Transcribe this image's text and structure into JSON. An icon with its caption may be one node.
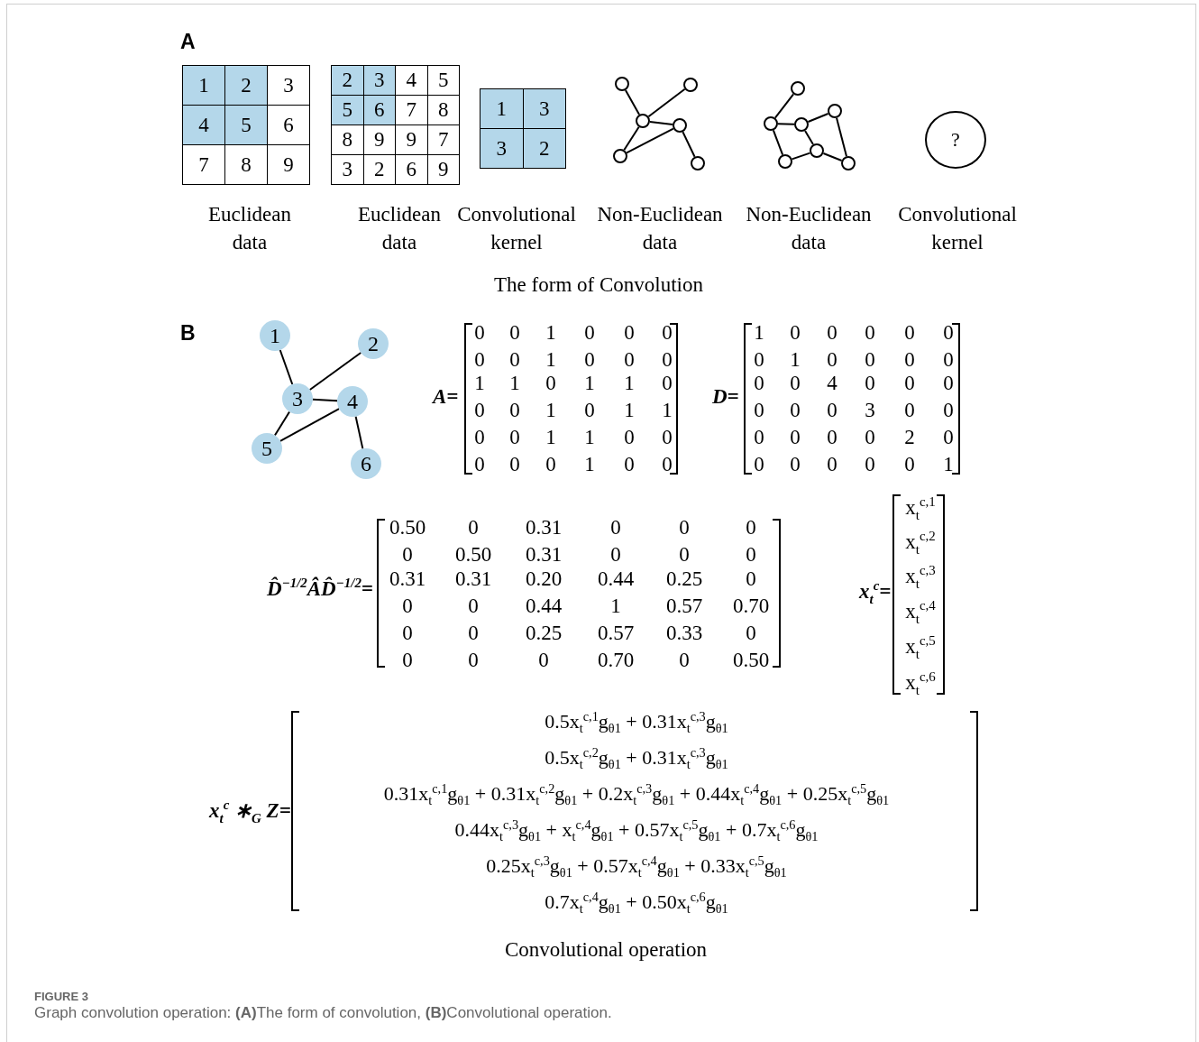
{
  "diagram": {
    "caption": "Graph convolution operation: **(A)**The form of convolution, **(B)**Convolutional operation.",
    "nodes": [
      {
        "text": [],
        "shape": "circle"
      },
      {
        "text": [],
        "shape": "circle"
      },
      {
        "text": [],
        "shape": "circle"
      },
      {
        "text": [],
        "shape": "circle"
      },
      {
        "text": [],
        "shape": "circle"
      },
      {
        "text": [],
        "shape": "circle"
      },
      {
        "text": [],
        "shape": "circle"
      },
      {
        "text": [],
        "shape": "circle"
      },
      {
        "text": [],
        "shape": "circle"
      },
      {
        "text": [],
        "shape": "circle"
      },
      {
        "text": [],
        "shape": "circle"
      },
      {
        "text": [],
        "shape": "circle"
      },
      {
        "text": [],
        "shape": "circle"
      },
      {
        "text": [
          "?"
        ]
      },
      {
        "text": [
          "1"
        ]
      },
      {
        "text": [
          "2"
        ]
      },
      {
        "text": [
          "3"
        ]
      },
      {
        "text": [
          "4"
        ]
      },
      {
        "text": [
          "5"
        ]
      },
      {
        "text": [
          "6"
        ]
      }
    ],
    "edges": [
      {
        "from": 0,
        "to": 2,
        "arrow": "none"
      },
      {
        "from": 1,
        "to": 2,
        "arrow": "none"
      },
      {
        "from": 2,
        "to": 3,
        "arrow": "none"
      },
      {
        "from": 2,
        "to": 4,
        "arrow": "none"
      },
      {
        "from": 4,
        "to": 3,
        "arrow": "none"
      },
      {
        "from": 3,
        "to": 5,
        "arrow": "none"
      },
      {
        "from": 6,
        "to": 8,
        "arrow": "none"
      },
      {
        "from": 8,
        "to": 9,
        "arrow": "none"
      },
      {
        "from": 9,
        "to": 7,
        "arrow": "none"
      },
      {
        "from": 8,
        "to": 11,
        "arrow": "none"
      },
      {
        "from": 9,
        "to": 10,
        "arrow": "none"
      },
      {
        "from": 11,
        "to": 10,
        "arrow": "none"
      },
      {
        "from": 10,
        "to": 12,
        "arrow": "none"
      },
      {
        "from": 7,
        "to": 12,
        "arrow": "none"
      },
      {
        "from": 14,
        "to": 16,
        "arrow": "none"
      },
      {
        "from": 15,
        "to": 16,
        "arrow": "none"
      },
      {
        "from": 16,
        "to": 17,
        "arrow": "none"
      },
      {
        "from": 16,
        "to": 18,
        "arrow": "none"
      },
      {
        "from": 18,
        "to": 17,
        "arrow": "none"
      },
      {
        "from": 17,
        "to": 19,
        "arrow": "none"
      }
    ],
    "labels": [
      "A",
      "1",
      "2",
      "3",
      "4",
      "5",
      "6",
      "7",
      "8",
      "9",
      "2",
      "3",
      "4",
      "5",
      "5",
      "6",
      "7",
      "8",
      "8",
      "9",
      "9",
      "7",
      "3",
      "2",
      "6",
      "9",
      "1",
      "3",
      "3",
      "2",
      "Euclidean data",
      "Euclidean data",
      "Convolutional kernel",
      "Non-Euclidean data",
      "Non-Euclidean data",
      "Convolutional kernel",
      "The form of Convolution",
      "B",
      "A=",
      "0",
      "0",
      "1",
      "0",
      "0",
      "0",
      "0",
      "0",
      "1",
      "0",
      "0",
      "0",
      "1",
      "1",
      "0",
      "1",
      "1",
      "0",
      "0",
      "0",
      "1",
      "0",
      "1",
      "1",
      "0",
      "0",
      "1",
      "1",
      "0",
      "0",
      "0",
      "0",
      "0",
      "1",
      "0",
      "0",
      "D=",
      "1",
      "0",
      "0",
      "0",
      "0",
      "0",
      "0",
      "1",
      "0",
      "0",
      "0",
      "0",
      "0",
      "0",
      "4",
      "0",
      "0",
      "0",
      "0",
      "0",
      "0",
      "3",
      "0",
      "0",
      "0",
      "0",
      "0",
      "0",
      "2",
      "0",
      "0",
      "0",
      "0",
      "0",
      "0",
      "1",
      "**D̂**$^{−1/2}$**ÂD̂**$^{−1/2}$=",
      "0.50",
      "0",
      "0.31",
      "0",
      "0",
      "0",
      "0",
      "0.50",
      "0.31",
      "0",
      "0",
      "0",
      "0.31",
      "0.31",
      "0.20",
      "0.44",
      "0.25",
      "0",
      "0",
      "0",
      "0.44",
      "1",
      "0.57",
      "0.70",
      "0",
      "0",
      "0.25",
      "0.57",
      "0.33",
      "0",
      "0",
      "0",
      "0",
      "0.70",
      "0",
      "0.50",
      "**x**$_{t}$$^{c}$=",
      "x$_{t}$$^{c,1}$",
      "x$_{t}$$^{c,2}$",
      "x$_{t}$$^{c,3}$",
      "x$_{t}$$^{c,4}$",
      "x$_{t}$$^{c,5}$",
      "x$_{t}$$^{c,6}$",
      "**x**$_{t}$$^{c}$ ∗$_{G}$ Z=",
      "0.5x$_{t}$$^{c,1}$g$_{θ1}$ + 0.31x$_{t}$$^{c,3}$g$_{θ1}$",
      "0.5x$_{t}$$^{c,2}$g$_{θ1}$ + 0.31x$_{t}$$^{c,3}$g$_{θ1}$",
      "0.31x$_{t}$$^{c,1}$g$_{θ1}$ + 0.31x$_{t}$$^{c,2}$g$_{θ1}$ + 0.2x$_{t}$$^{c,3}$g$_{θ1}$ + 0.44x$_{t}$$^{c,4}$g$_{θ1}$ + 0.25x$_{t}$$^{c,5}$g$_{θ1}$",
      "0.44x$_{t}$$^{c,3}$g$_{θ1}$ + x$_{t}$$^{c,4}$g$_{θ1}$ + 0.57x$_{t}$$^{c,5}$g$_{θ1}$ + 0.7x$_{t}$$^{c,6}$g$_{θ1}$",
      "0.25x$_{t}$$^{c,3}$g$_{θ1}$ + 0.57x$_{t}$$^{c,4}$g$_{θ1}$ + 0.33x$_{t}$$^{c,5}$g$_{θ1}$",
      "0.7x$_{t}$$^{c,4}$g$_{θ1}$ + 0.50x$_{t}$$^{c,6}$g$_{θ1}$",
      "Convolutional operation",
      "FIGURE 3"
    ]
  }
}
